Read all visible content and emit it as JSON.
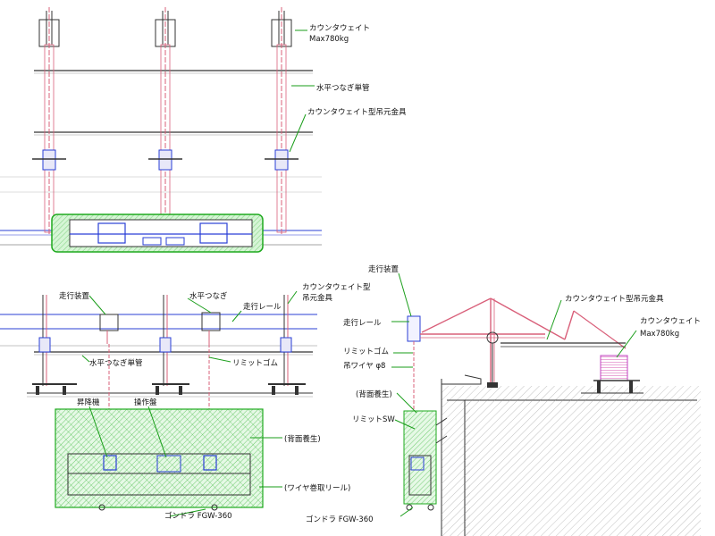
{
  "labels": {
    "counterweight": "カウンタウェイト",
    "counterweight_max": "Max780kg",
    "horizontal_pipe": "水平つなぎ単管",
    "cw_hanger": "カウンタウェイト型吊元金具",
    "travel_device": "走行装置",
    "horizontal_tie": "水平つなぎ",
    "travel_rail": "走行レール",
    "cw_hanger_line1": "カウンタウェイト型",
    "cw_hanger_line2": "吊元金具",
    "limit_rubber": "リミットゴム",
    "lift_unit": "昇降機",
    "control_panel": "操作盤",
    "back_cover": "(背面養生)",
    "wire_reel": "(ワイヤ巻取リール)",
    "gondola": "ゴンドラ FGW-360",
    "suspension_wire": "吊ワイヤ φ8",
    "limit_sw": "リミットSW"
  },
  "colors": {
    "line": "#2a2a2a",
    "leader": "#1a9e1a",
    "pink": "#d9607a",
    "blue": "#2a3fd6",
    "magenta": "#c040c0",
    "green_fill": "#7ee07e",
    "grey": "#888888"
  }
}
